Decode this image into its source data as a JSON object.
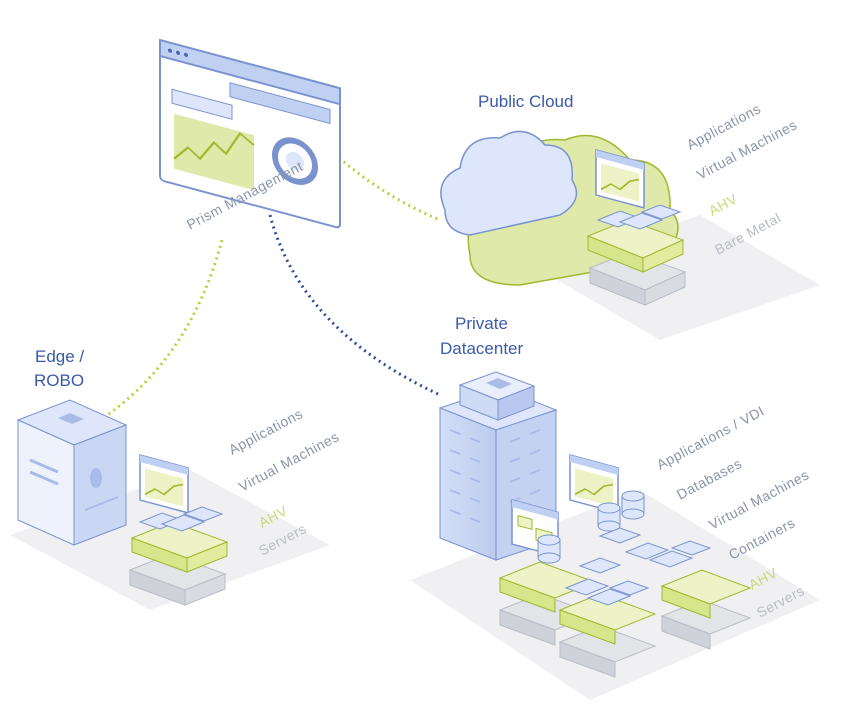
{
  "nodes": {
    "prism": {
      "label": "Prism Management"
    },
    "public_cloud": {
      "title": "Public Cloud",
      "layers": [
        "Applications",
        "Virtual Machines",
        "AHV",
        "Bare Metal"
      ]
    },
    "private_dc": {
      "title_line1": "Private",
      "title_line2": "Datacenter",
      "layers": [
        "Applications / VDI",
        "Databases",
        "Virtual Machines",
        "Containers",
        "AHV",
        "Servers"
      ]
    },
    "edge": {
      "title_line1": "Edge /",
      "title_line2": "ROBO",
      "layers": [
        "Applications",
        "Virtual Machines",
        "AHV",
        "Servers"
      ]
    }
  },
  "colors": {
    "blue": "#3a5aa8",
    "link_green": "#b9cf3c",
    "link_blue": "#2f4f93",
    "green_fill": "#dfe9a9",
    "blue_fill": "#dde6fa",
    "grey": "#c9ccd3"
  },
  "icons": [
    "browser-window-icon",
    "cloud-icon",
    "server-tower-icon",
    "building-icon",
    "database-cylinder-icon"
  ]
}
